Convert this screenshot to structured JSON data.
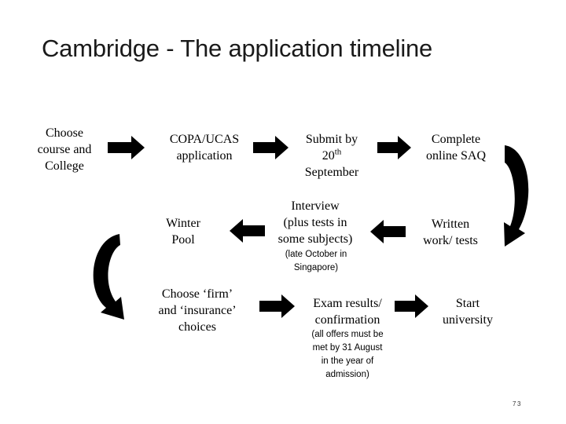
{
  "title": "Cambridge - The application timeline",
  "steps": {
    "choose_course": [
      "Choose",
      "course and",
      "College"
    ],
    "copa_ucas": [
      "COPA/UCAS",
      "application"
    ],
    "submit_by": {
      "line1": "Submit by",
      "num": "20",
      "sup": "th",
      "line3": "September"
    },
    "complete_saq": [
      "Complete",
      "online SAQ"
    ],
    "written_tests": [
      "Written",
      "work/ tests"
    ],
    "interview": [
      "Interview",
      "(plus tests in",
      "some subjects)"
    ],
    "interview_note": [
      "(late October in",
      "Singapore)"
    ],
    "winter_pool": [
      "Winter",
      "Pool"
    ],
    "choose_firm": [
      "Choose ‘firm’",
      "and ‘insurance’",
      "choices"
    ],
    "exam_results": [
      "Exam results/",
      "confirmation"
    ],
    "exam_note": [
      "(all offers must be",
      "met by 31 August",
      "in the year of",
      "admission)"
    ],
    "start_university": [
      "Start",
      "university"
    ]
  },
  "page_number": "73",
  "colors": {
    "arrow": "#000000",
    "text": "#000000"
  }
}
